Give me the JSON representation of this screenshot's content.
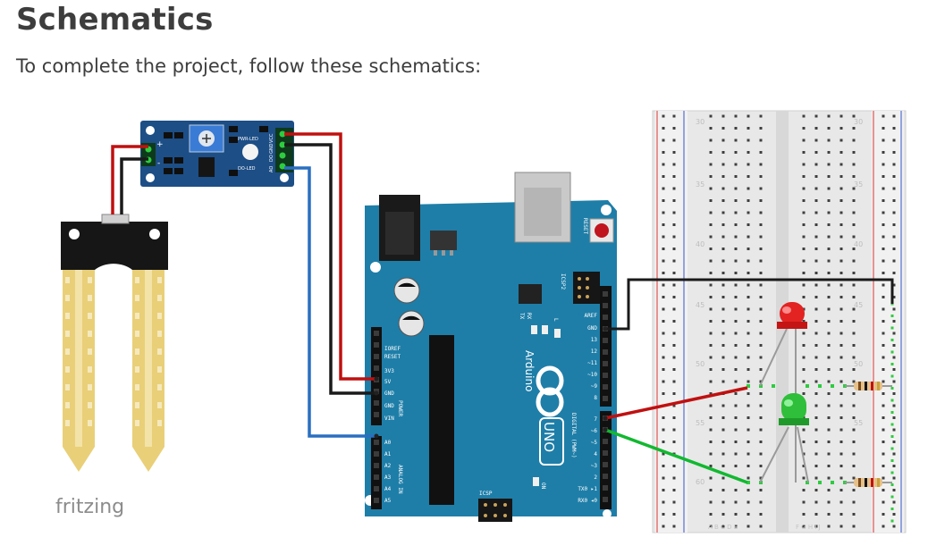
{
  "heading": "Schematics",
  "intro": "To complete the project, follow these schematics:",
  "watermark": "fritzing",
  "colors": {
    "board_blue": "#1e7ea8",
    "module_blue": "#1d4e86",
    "wire_red": "#c01010",
    "wire_black": "#1a1a1a",
    "wire_blue": "#2a6fc0",
    "wire_green": "#12b830",
    "led_red": "#e32222",
    "led_green": "#2fbf3a",
    "probe_gold": "#e9cf78"
  },
  "arduino": {
    "brand": "Arduino",
    "model": "UNO",
    "reset": "RESET",
    "icsp2": "ICSP2",
    "icsp": "ICSP",
    "tx": "TX",
    "rx": "RX",
    "l": "L",
    "on": "ON",
    "power_label": "POWER",
    "analog_label": "ANALOG IN",
    "digital_label": "DIGITAL (PWM~)",
    "power_pins": [
      "IOREF",
      "RESET",
      "3V3",
      "5V",
      "GND",
      "GND",
      "VIN"
    ],
    "analog_pins": [
      "A0",
      "A1",
      "A2",
      "A3",
      "A4",
      "A5"
    ],
    "top_header": [
      "AREF",
      "GND",
      "13",
      "12",
      "~11",
      "~10",
      "~9",
      "8"
    ],
    "digital_pins": [
      "7",
      "~6",
      "~5",
      "4",
      "~3",
      "2",
      "TX0 ▸1",
      "RX0 ◂0"
    ]
  },
  "module": {
    "vcc": "VCC",
    "gnd": "GND",
    "do": "DO",
    "ao": "AO",
    "pwr_led": "PWR-LED",
    "do_led": "DO-LED",
    "plus": "+",
    "minus": "-"
  },
  "breadboard": {
    "row_numbers": [
      "30",
      "35",
      "40",
      "45",
      "50",
      "55",
      "60"
    ],
    "col_letters_left": "A B C D E",
    "col_letters_right": "F G H I J"
  }
}
